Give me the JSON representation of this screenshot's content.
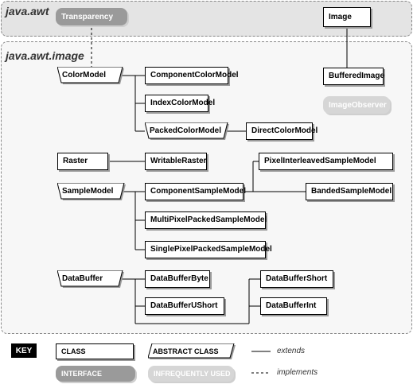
{
  "packages": {
    "awt": "java.awt",
    "image": "java.awt.image"
  },
  "classes": {
    "image": "Image",
    "buffered_image": "BufferedImage",
    "component_color_model": "ComponentColorModel",
    "index_color_model": "IndexColorModel",
    "direct_color_model": "DirectColorModel",
    "raster": "Raster",
    "writable_raster": "WritableRaster",
    "pixel_interleaved": "PixelInterleavedSampleModel",
    "component_sample_model": "ComponentSampleModel",
    "banded_sample_model": "BandedSampleModel",
    "multi_pixel": "MultiPixelPackedSampleModel",
    "single_pixel": "SinglePixelPackedSampleModel",
    "data_buffer_byte": "DataBufferByte",
    "data_buffer_ushort": "DataBufferUShort",
    "data_buffer_short": "DataBufferShort",
    "data_buffer_int": "DataBufferInt"
  },
  "abstract_classes": {
    "color_model": "ColorModel",
    "packed_color_model": "PackedColorModel",
    "sample_model": "SampleModel",
    "data_buffer": "DataBuffer"
  },
  "interfaces": {
    "transparency": "Transparency",
    "image_observer": "ImageObserver"
  },
  "key": {
    "title": "KEY",
    "class": "CLASS",
    "abstract_class": "ABSTRACT CLASS",
    "interface": "INTERFACE",
    "infrequently_used": "INFREQUENTLY USED",
    "extends": "extends",
    "implements": "implements"
  }
}
